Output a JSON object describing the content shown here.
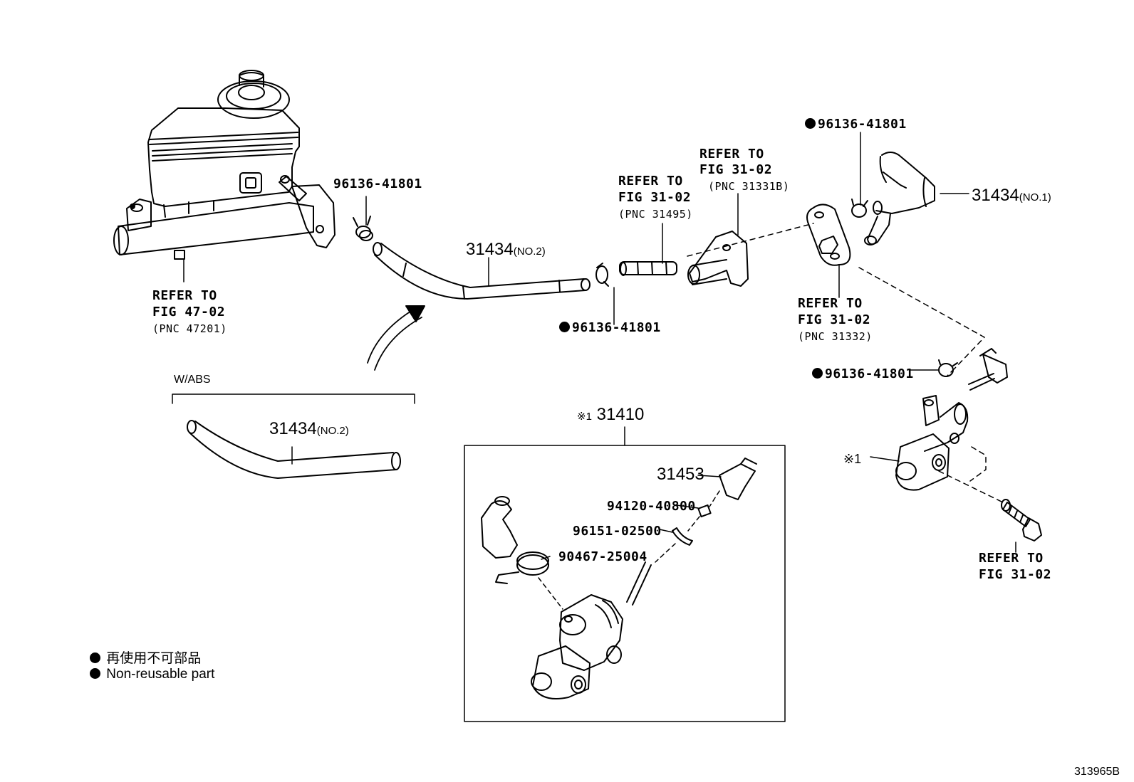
{
  "diagram_id": "313965B",
  "legend": {
    "jp": "再使用不可部品",
    "en": "Non-reusable part"
  },
  "labels": {
    "mc_refer": {
      "line1": "REFER TO",
      "line2": "FIG 47-02",
      "pnc": "(PNC 47201)"
    },
    "clamp_top_left": "96136-41801",
    "hose_top": {
      "part": "31434",
      "suffix": "(NO.2)"
    },
    "pipe_refer": {
      "line1": "REFER TO",
      "line2": "FIG 31-02",
      "pnc": "(PNC 31495)"
    },
    "clamp_mid": "96136-41801",
    "bracket_refer": {
      "line1": "REFER TO",
      "line2": "FIG 31-02",
      "pnc": "(PNC 31331B)"
    },
    "grommet_refer": {
      "line1": "REFER TO",
      "line2": "FIG 31-02",
      "pnc": "(PNC 31332)"
    },
    "clamp_top_right": "96136-41801",
    "hose_right": {
      "part": "31434",
      "suffix": "(NO.1)"
    },
    "clamp_right": "96136-41801",
    "cyl_mark": "※1",
    "bolt_refer": {
      "line1": "REFER TO",
      "line2": "FIG 31-02"
    },
    "wabs": "W/ABS",
    "hose_abs": {
      "part": "31434",
      "suffix": "(NO.2)"
    },
    "assy": {
      "mark": "※1",
      "part": "31410"
    },
    "p31453": "31453",
    "p94120": "94120-40800",
    "p96151": "96151-02500",
    "p90467": "90467-25004"
  }
}
